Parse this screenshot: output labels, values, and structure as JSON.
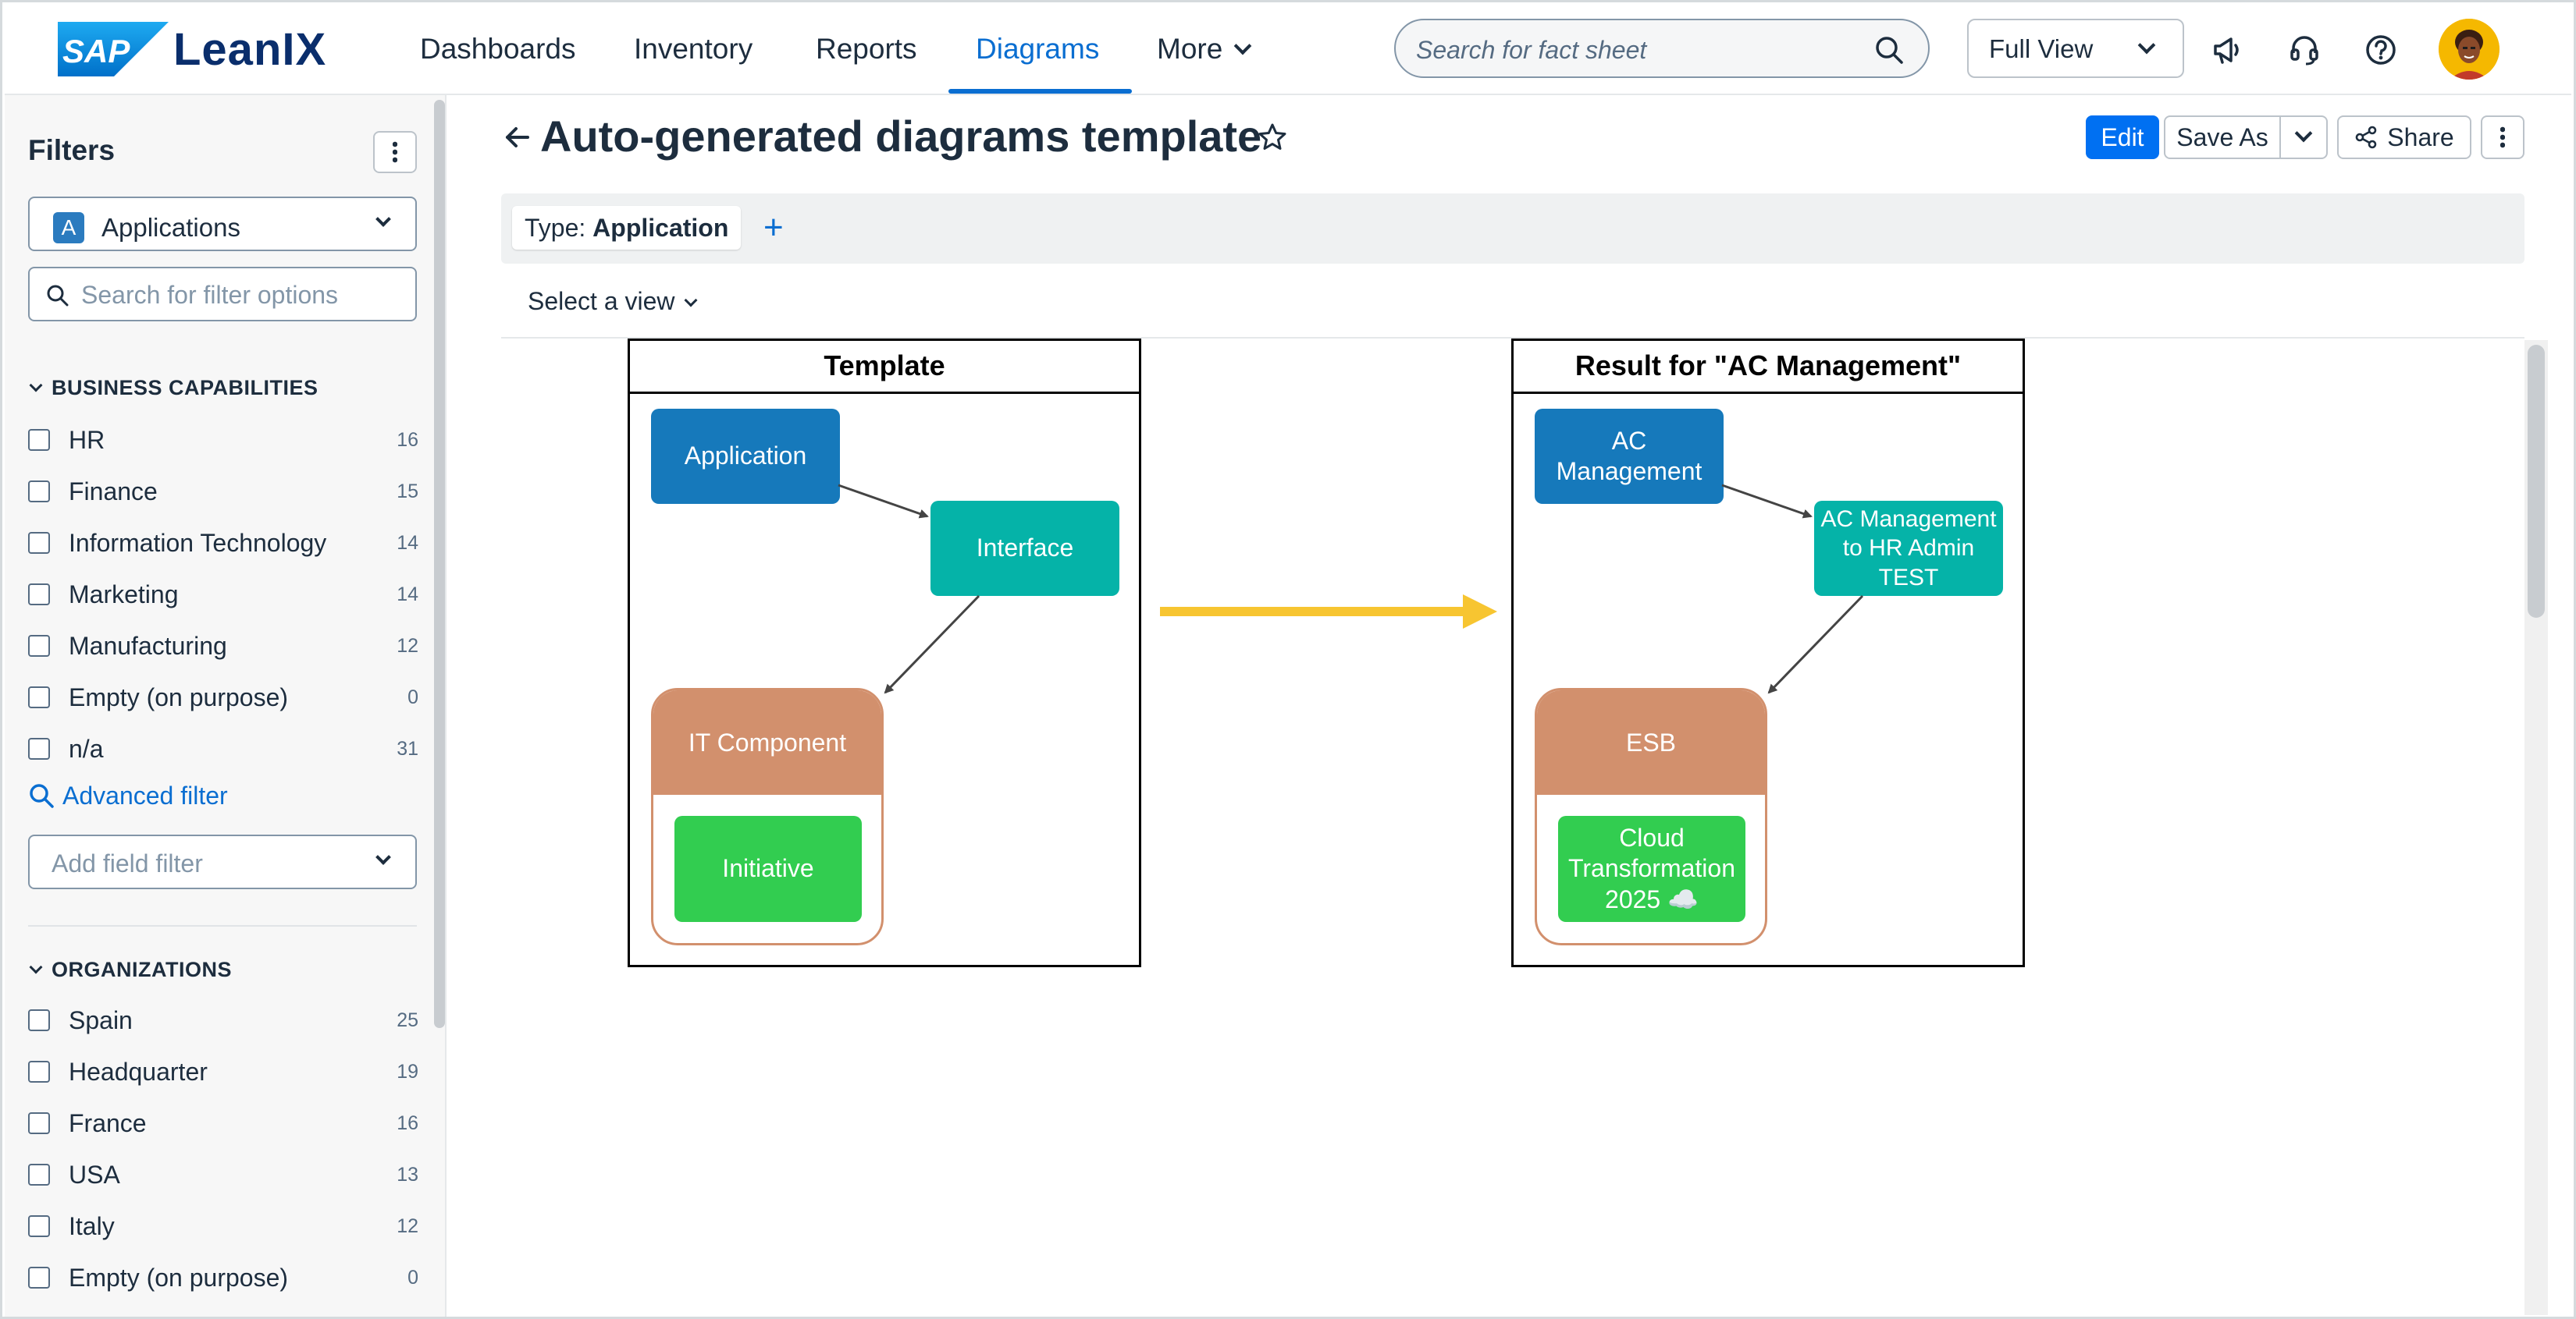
{
  "header": {
    "logo_text": "LeanIX",
    "nav": [
      "Dashboards",
      "Inventory",
      "Reports",
      "Diagrams",
      "More"
    ],
    "active_nav": "Diagrams",
    "search_placeholder": "Search for fact sheet",
    "view_mode": "Full View"
  },
  "sidebar": {
    "title": "Filters",
    "fact_sheet_type": {
      "badge": "A",
      "label": "Applications"
    },
    "search_placeholder": "Search for filter options",
    "business_capabilities": {
      "heading": "BUSINESS CAPABILITIES",
      "items": [
        {
          "label": "HR",
          "count": "16"
        },
        {
          "label": "Finance",
          "count": "15"
        },
        {
          "label": "Information Technology",
          "count": "14"
        },
        {
          "label": "Marketing",
          "count": "14"
        },
        {
          "label": "Manufacturing",
          "count": "12"
        },
        {
          "label": "Empty (on purpose)",
          "count": "0"
        },
        {
          "label": "n/a",
          "count": "31"
        }
      ]
    },
    "advanced_filter": "Advanced filter",
    "field_filter_placeholder": "Add field filter",
    "organizations": {
      "heading": "ORGANIZATIONS",
      "items": [
        {
          "label": "Spain",
          "count": "25"
        },
        {
          "label": "Headquarter",
          "count": "19"
        },
        {
          "label": "France",
          "count": "16"
        },
        {
          "label": "USA",
          "count": "13"
        },
        {
          "label": "Italy",
          "count": "12"
        },
        {
          "label": "Empty (on purpose)",
          "count": "0"
        }
      ]
    }
  },
  "main": {
    "title": "Auto-generated diagrams template",
    "buttons": {
      "edit": "Edit",
      "save_as": "Save As",
      "share": "Share"
    },
    "filter_chip": {
      "key": "Type:",
      "value": "Application"
    },
    "view_select": "Select a view"
  },
  "diagram": {
    "template": {
      "title": "Template",
      "application": "Application",
      "interface": "Interface",
      "it_component": "IT Component",
      "initiative": "Initiative"
    },
    "result": {
      "title": "Result for \"AC Management\"",
      "application": "AC Management",
      "interface": "AC Management to HR Admin TEST",
      "it_component": "ESB",
      "initiative": "Cloud Transformation 2025 ☁️"
    }
  },
  "colors": {
    "brand_blue": "#0a2e6c",
    "accent": "#0a6ed1",
    "primary_button": "#0070f2",
    "application": "#1679bb",
    "interface": "#05b3a8",
    "it_component": "#d2906d",
    "initiative": "#32cd50",
    "transform_arrow": "#f7c531"
  },
  "icons": [
    "sap-logo",
    "search-icon",
    "chevron-down-icon",
    "megaphone-icon",
    "headset-icon",
    "help-icon",
    "avatar",
    "kebab-icon",
    "back-arrow-icon",
    "star-icon",
    "share-icon",
    "plus-icon"
  ]
}
